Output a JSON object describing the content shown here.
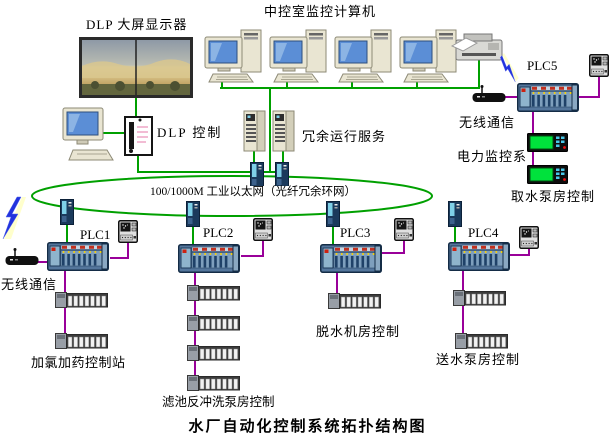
{
  "title": "水厂自动化控制系统拓扑结构图",
  "colors": {
    "ethernet_green": "#00a000",
    "fieldbus_purple": "#990099",
    "plc_body_blue": "#54769c",
    "monitor_screen_green": "#00e23c"
  },
  "header": {
    "dlp_wall_label": "DLP 大屏显示器",
    "control_room_label": "中控室监控计算机"
  },
  "core": {
    "dlp_control_label": "DLP 控制",
    "redundant_server_label": "冗余运行服务",
    "ring_label": "100/1000M 工业以太网（光纤冗余环网）"
  },
  "plc5_branch": {
    "plc5_label": "PLC5",
    "wireless_label": "无线通信",
    "power_monitor_label": "电力监控系",
    "intake_pump_label": "取水泵房控制"
  },
  "stations": {
    "plc1_label": "PLC1",
    "plc2_label": "PLC2",
    "plc3_label": "PLC3",
    "plc4_label": "PLC4",
    "wireless_label": "无线通信",
    "chlorine_station_label": "加氯加药控制站",
    "filter_backwash_label": "滤池反冲洗泵房控制",
    "dewatering_label": "脱水机房控制",
    "water_delivery_label": "送水泵房控制"
  }
}
